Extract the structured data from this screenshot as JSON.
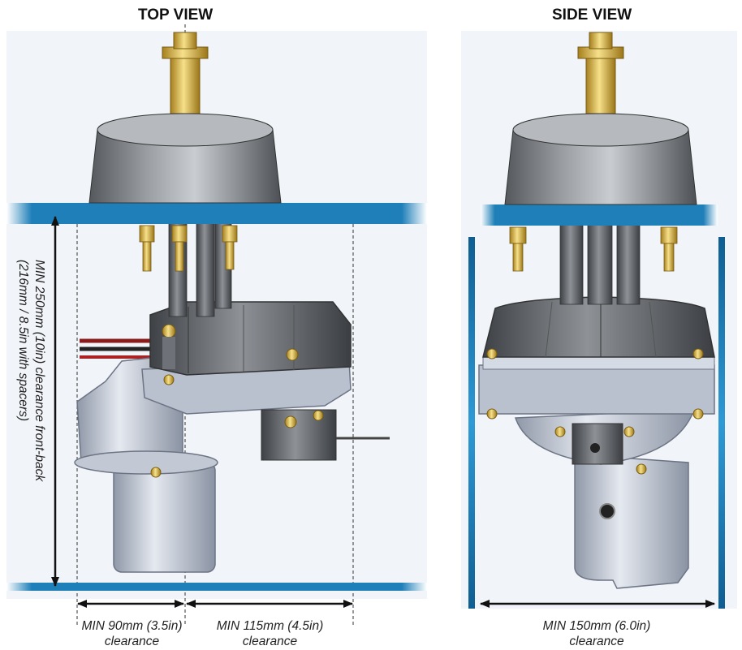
{
  "top_view": {
    "title": "TOP VIEW",
    "vertical_label_line1": "MIN 250mm (10in) clearance front-back",
    "vertical_label_line2": "(216mm / 8.5in with spacers)",
    "left_caption_line1": "MIN 90mm (3.5in)",
    "left_caption_line2": "clearance",
    "right_caption_line1": "MIN 115mm (4.5in)",
    "right_caption_line2": "clearance"
  },
  "side_view": {
    "title": "SIDE VIEW",
    "caption_line1": "MIN 150mm (6.0in)",
    "caption_line2": "clearance"
  },
  "colors": {
    "panel_blue": "#1f7fb8",
    "brass": "#d8b243",
    "metal_gray": "#8c8f94",
    "body_silver": "#c3c9d4"
  }
}
